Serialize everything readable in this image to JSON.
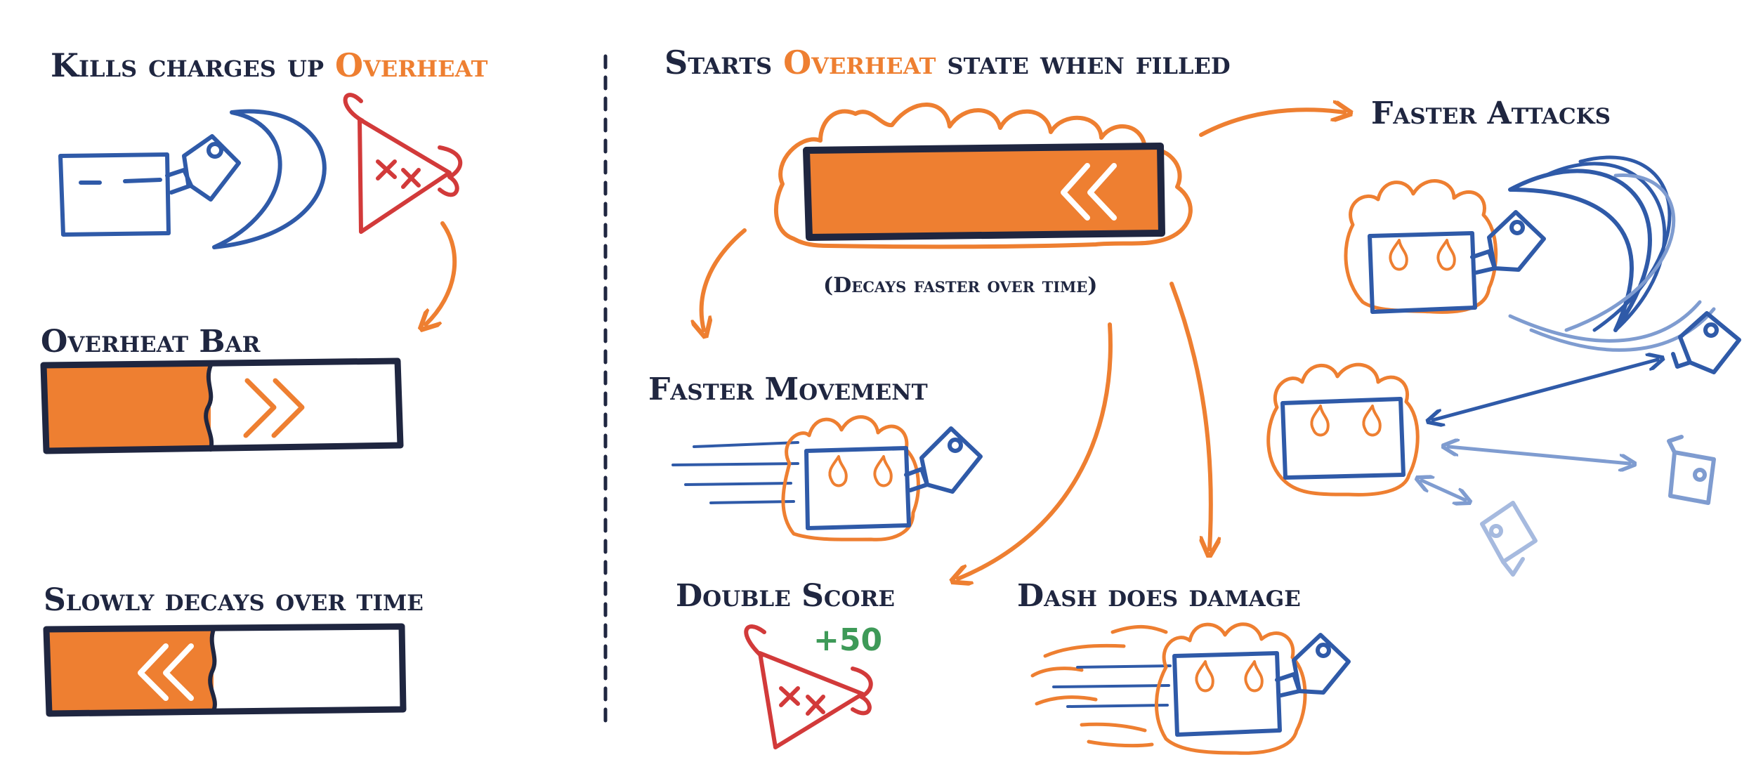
{
  "headings": {
    "kills_charges": {
      "prefix": "Kills charges up ",
      "highlight": "Overheat"
    },
    "overheat_bar": "Overheat Bar",
    "slowly_decays": "Slowly decays over time",
    "starts_overheat": {
      "prefix": "Starts ",
      "highlight": "Overheat",
      "suffix": " state when filled"
    },
    "decays_faster": "(Decays faster over time)",
    "faster_attacks": "Faster Attacks",
    "faster_movement": "Faster Movement",
    "double_score": "Double Score",
    "score_popup": "+50",
    "dash_damage": "Dash does damage"
  },
  "colors": {
    "orange": "#ee7f31",
    "navy": "#1f2640",
    "blue": "#2f5aa8",
    "light_blue": "#7f9cd0",
    "red": "#d23a3a",
    "green": "#3e9a58"
  },
  "bars": {
    "charging": {
      "fill_fraction": 0.47,
      "glyph": "double-chevron-right"
    },
    "decaying": {
      "fill_fraction": 0.47,
      "glyph": "double-chevron-left"
    },
    "overheat_full": {
      "fill_fraction": 1.0,
      "glyph": "double-chevron-left"
    }
  },
  "icons": [
    "mug-hero-icon",
    "devil-triangle-enemy-icon",
    "flame-icon",
    "slash-arc-icon",
    "flying-mug-icon"
  ]
}
